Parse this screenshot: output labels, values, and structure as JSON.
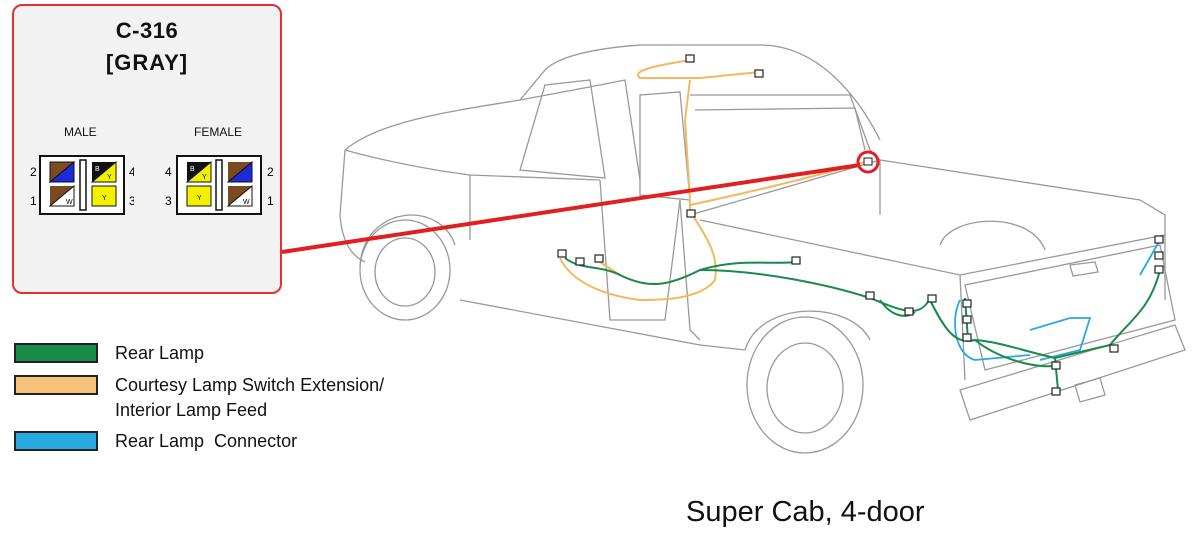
{
  "connector": {
    "id": "C-316",
    "color": "[GRAY]",
    "male": {
      "label": "MALE",
      "pins_left": [
        "2",
        "1"
      ],
      "pins_right": [
        "4",
        "3"
      ],
      "cell_letters": [
        "",
        "B\nY",
        "",
        "Y"
      ]
    },
    "female": {
      "label": "FEMALE",
      "pins_left": [
        "4",
        "3"
      ],
      "pins_right": [
        "2",
        "1"
      ],
      "cell_letters": [
        "B\nY",
        "",
        "Y",
        "W"
      ]
    }
  },
  "legend": [
    {
      "label": "Rear Lamp",
      "color": "#1a8a4a"
    },
    {
      "label": "Courtesy Lamp Switch Extension/",
      "label2": "Interior Lamp Feed",
      "color": "#f5c27a"
    },
    {
      "label": "Rear Lamp  Connector",
      "color": "#2aa8e0"
    }
  ],
  "caption": "Super Cab, 4-door",
  "colors": {
    "callout": "#e02020",
    "rear_lamp": "#1a8a4a",
    "courtesy": "#f5b860",
    "rear_connector": "#2aa8e0",
    "brown": "#7a4a20",
    "blue": "#1c2ad8",
    "yellow": "#f2f200"
  }
}
